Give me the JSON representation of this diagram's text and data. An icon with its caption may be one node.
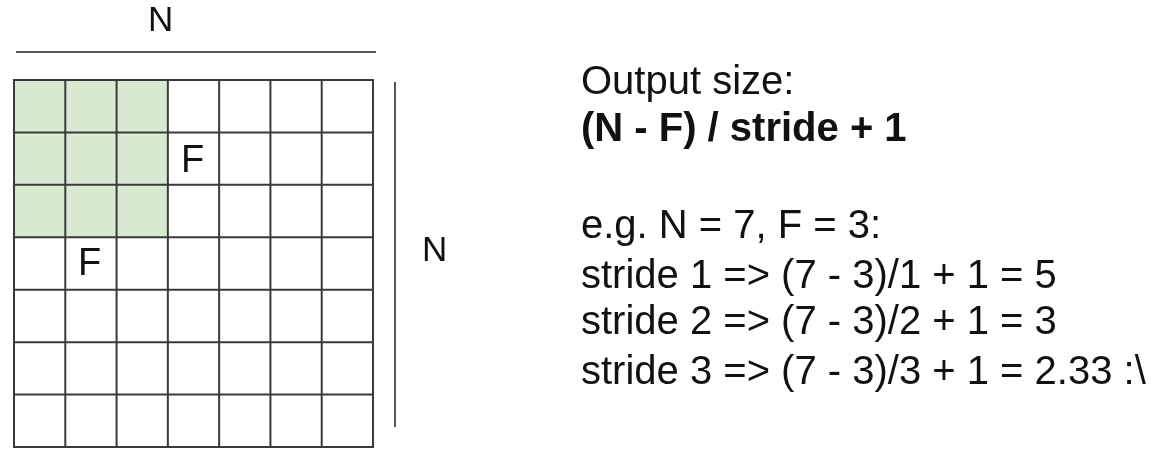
{
  "diagram": {
    "labels": [
      "N",
      "F",
      "F",
      "N",
      "Output size:",
      "(N - F) / stride + 1",
      "e.g. N = 7, F = 3:",
      "stride 1 => (7 - 3)/1 + 1 = 5",
      "stride 2 => (7 - 3)/2 + 1 = 3",
      "stride 3 => (7 - 3)/3 + 1 = 2.33 :\\"
    ]
  }
}
